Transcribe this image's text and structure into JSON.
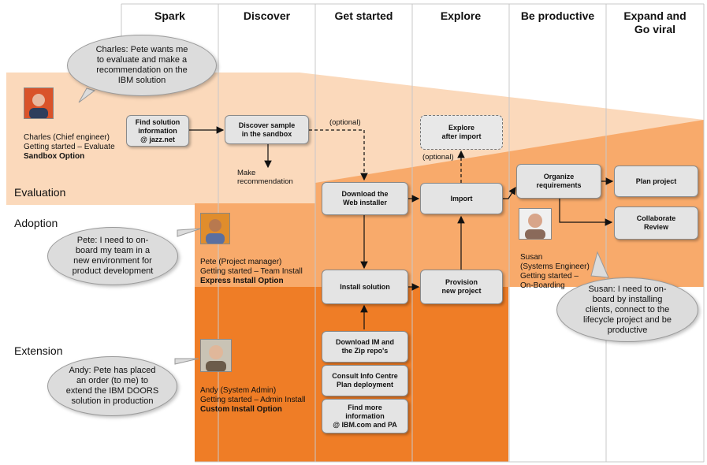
{
  "columns": [
    "Spark",
    "Discover",
    "Get started",
    "Explore",
    "Be productive",
    "Expand and\nGo viral"
  ],
  "phases": {
    "evaluation": "Evaluation",
    "adoption": "Adoption",
    "extension": "Extension"
  },
  "boxes": {
    "find_solution": "Find solution\ninformation\n@ jazz.net",
    "discover_sample": "Discover sample\nin the sandbox",
    "download_web": "Download the\nWeb installer",
    "import": "Import",
    "explore_after": "Explore\nafter import",
    "organize": "Organize\nrequirements",
    "plan_project": "Plan project",
    "collaborate": "Collaborate\nReview",
    "install_solution": "Install solution",
    "provision": "Provision\nnew project",
    "download_im": "Download IM and\nthe Zip repo's",
    "consult": "Consult Info Centre\nPlan deployment",
    "find_more": "Find more\ninformation\n@ IBM.com and PA"
  },
  "notes": {
    "optional1": "(optional)",
    "optional2": "(optional)",
    "make_rec": "Make\nrecommendation"
  },
  "people": {
    "charles": {
      "role": "Charles (Chief engineer)\nGetting started – Evaluate",
      "option": "Sandbox Option"
    },
    "pete": {
      "role": "Pete (Project manager)\nGetting started – Team Install",
      "option": "Express Install Option"
    },
    "andy": {
      "role": "Andy (System Admin)\nGetting started – Admin Install",
      "option": "Custom Install Option"
    },
    "susan": {
      "role": "Susan\n(Systems Engineer)\nGetting started –\nOn-Boarding"
    }
  },
  "bubbles": {
    "charles": "Charles: Pete wants me\nto evaluate and make a\nrecommendation on the\nIBM solution",
    "pete": "Pete: I need to on-\nboard  my team in a\nnew environment for\nproduct development",
    "andy": "Andy: Pete has placed\nan order (to me) to\nextend the IBM DOORS\nsolution in production",
    "susan": "Susan: I need to on-\nboard by installing\nclients, connect to the\nlifecycle project and be\nproductive"
  },
  "colors": {
    "light_orange": "#fbd9bb",
    "mid_orange": "#f8aa6b",
    "dark_orange": "#ef7d26",
    "grid": "#c8c8c8"
  },
  "icons": {
    "avatar": "person-photo",
    "arrow": "arrow-head"
  }
}
